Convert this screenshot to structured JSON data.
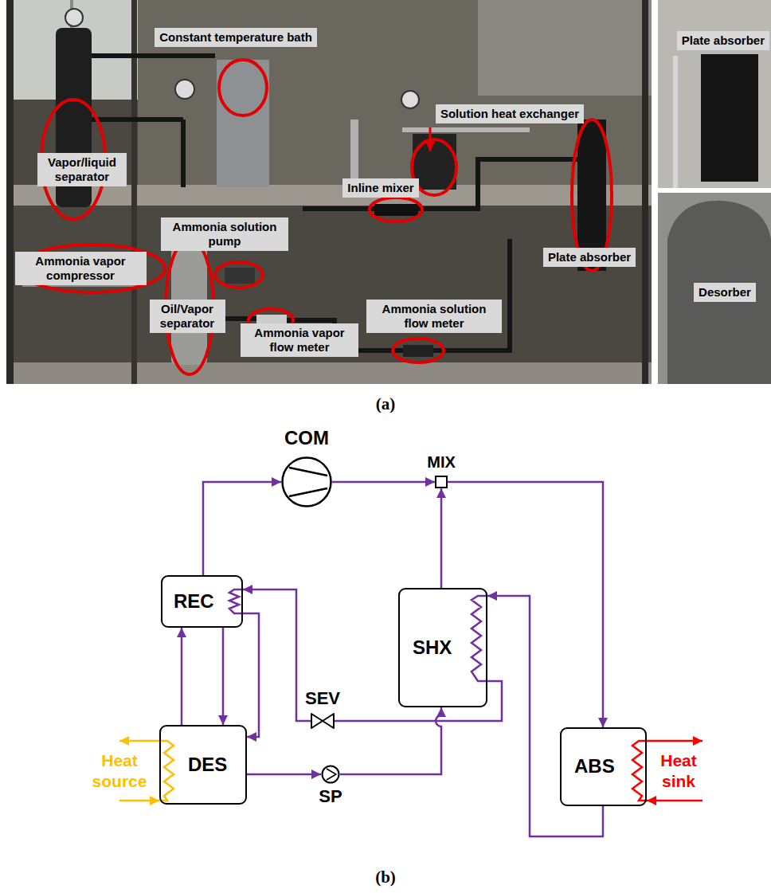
{
  "diagram": {
    "nodes": [
      {
        "text": [
          "Constant temperature bath"
        ]
      },
      {
        "text": [
          "Plate absorber"
        ]
      },
      {
        "text": [
          "Vapor/liquid separator"
        ]
      },
      {
        "text": [
          "Solution heat exchanger"
        ]
      },
      {
        "text": [
          "Inline mixer"
        ]
      },
      {
        "text": [
          "Ammonia solution pump"
        ]
      },
      {
        "text": [
          "Plate absorber"
        ]
      },
      {
        "text": [
          "Ammonia vapor compressor"
        ]
      },
      {
        "text": [
          "Desorber"
        ]
      },
      {
        "text": [
          "Oil/Vapor separator"
        ]
      },
      {
        "text": [
          "Ammonia solution flow meter"
        ]
      },
      {
        "text": [
          "Ammonia vapor flow meter"
        ]
      },
      {
        "text": [
          "COM"
        ]
      },
      {
        "text": [
          "MIX"
        ]
      },
      {
        "text": [
          "REC"
        ]
      },
      {
        "text": [
          "SHX"
        ]
      },
      {
        "text": [
          "SEV"
        ]
      },
      {
        "text": [
          "DES"
        ]
      },
      {
        "text": [
          "SP"
        ]
      },
      {
        "text": [
          "ABS"
        ]
      }
    ],
    "edges": [
      {
        "from": 14,
        "to": 12,
        "arrow": "to"
      },
      {
        "from": 12,
        "to": 13,
        "arrow": "to"
      },
      {
        "from": 15,
        "to": 13,
        "arrow": "to"
      },
      {
        "from": 13,
        "to": 19,
        "arrow": "to"
      },
      {
        "from": 19,
        "to": 15,
        "arrow": "to"
      },
      {
        "from": 15,
        "to": 16,
        "arrow": "none"
      },
      {
        "from": 16,
        "to": 14,
        "arrow": "to"
      },
      {
        "from": 14,
        "to": 17,
        "arrow": "to"
      },
      {
        "from": 17,
        "to": 14,
        "arrow": "to"
      },
      {
        "from": 14,
        "to": 17,
        "arrow": "to"
      },
      {
        "from": 17,
        "to": 18,
        "arrow": "to"
      },
      {
        "from": 18,
        "to": 15,
        "arrow": "to"
      }
    ],
    "labels": [
      "(a)",
      "Heat source",
      "Heat sink",
      "(b)"
    ]
  }
}
